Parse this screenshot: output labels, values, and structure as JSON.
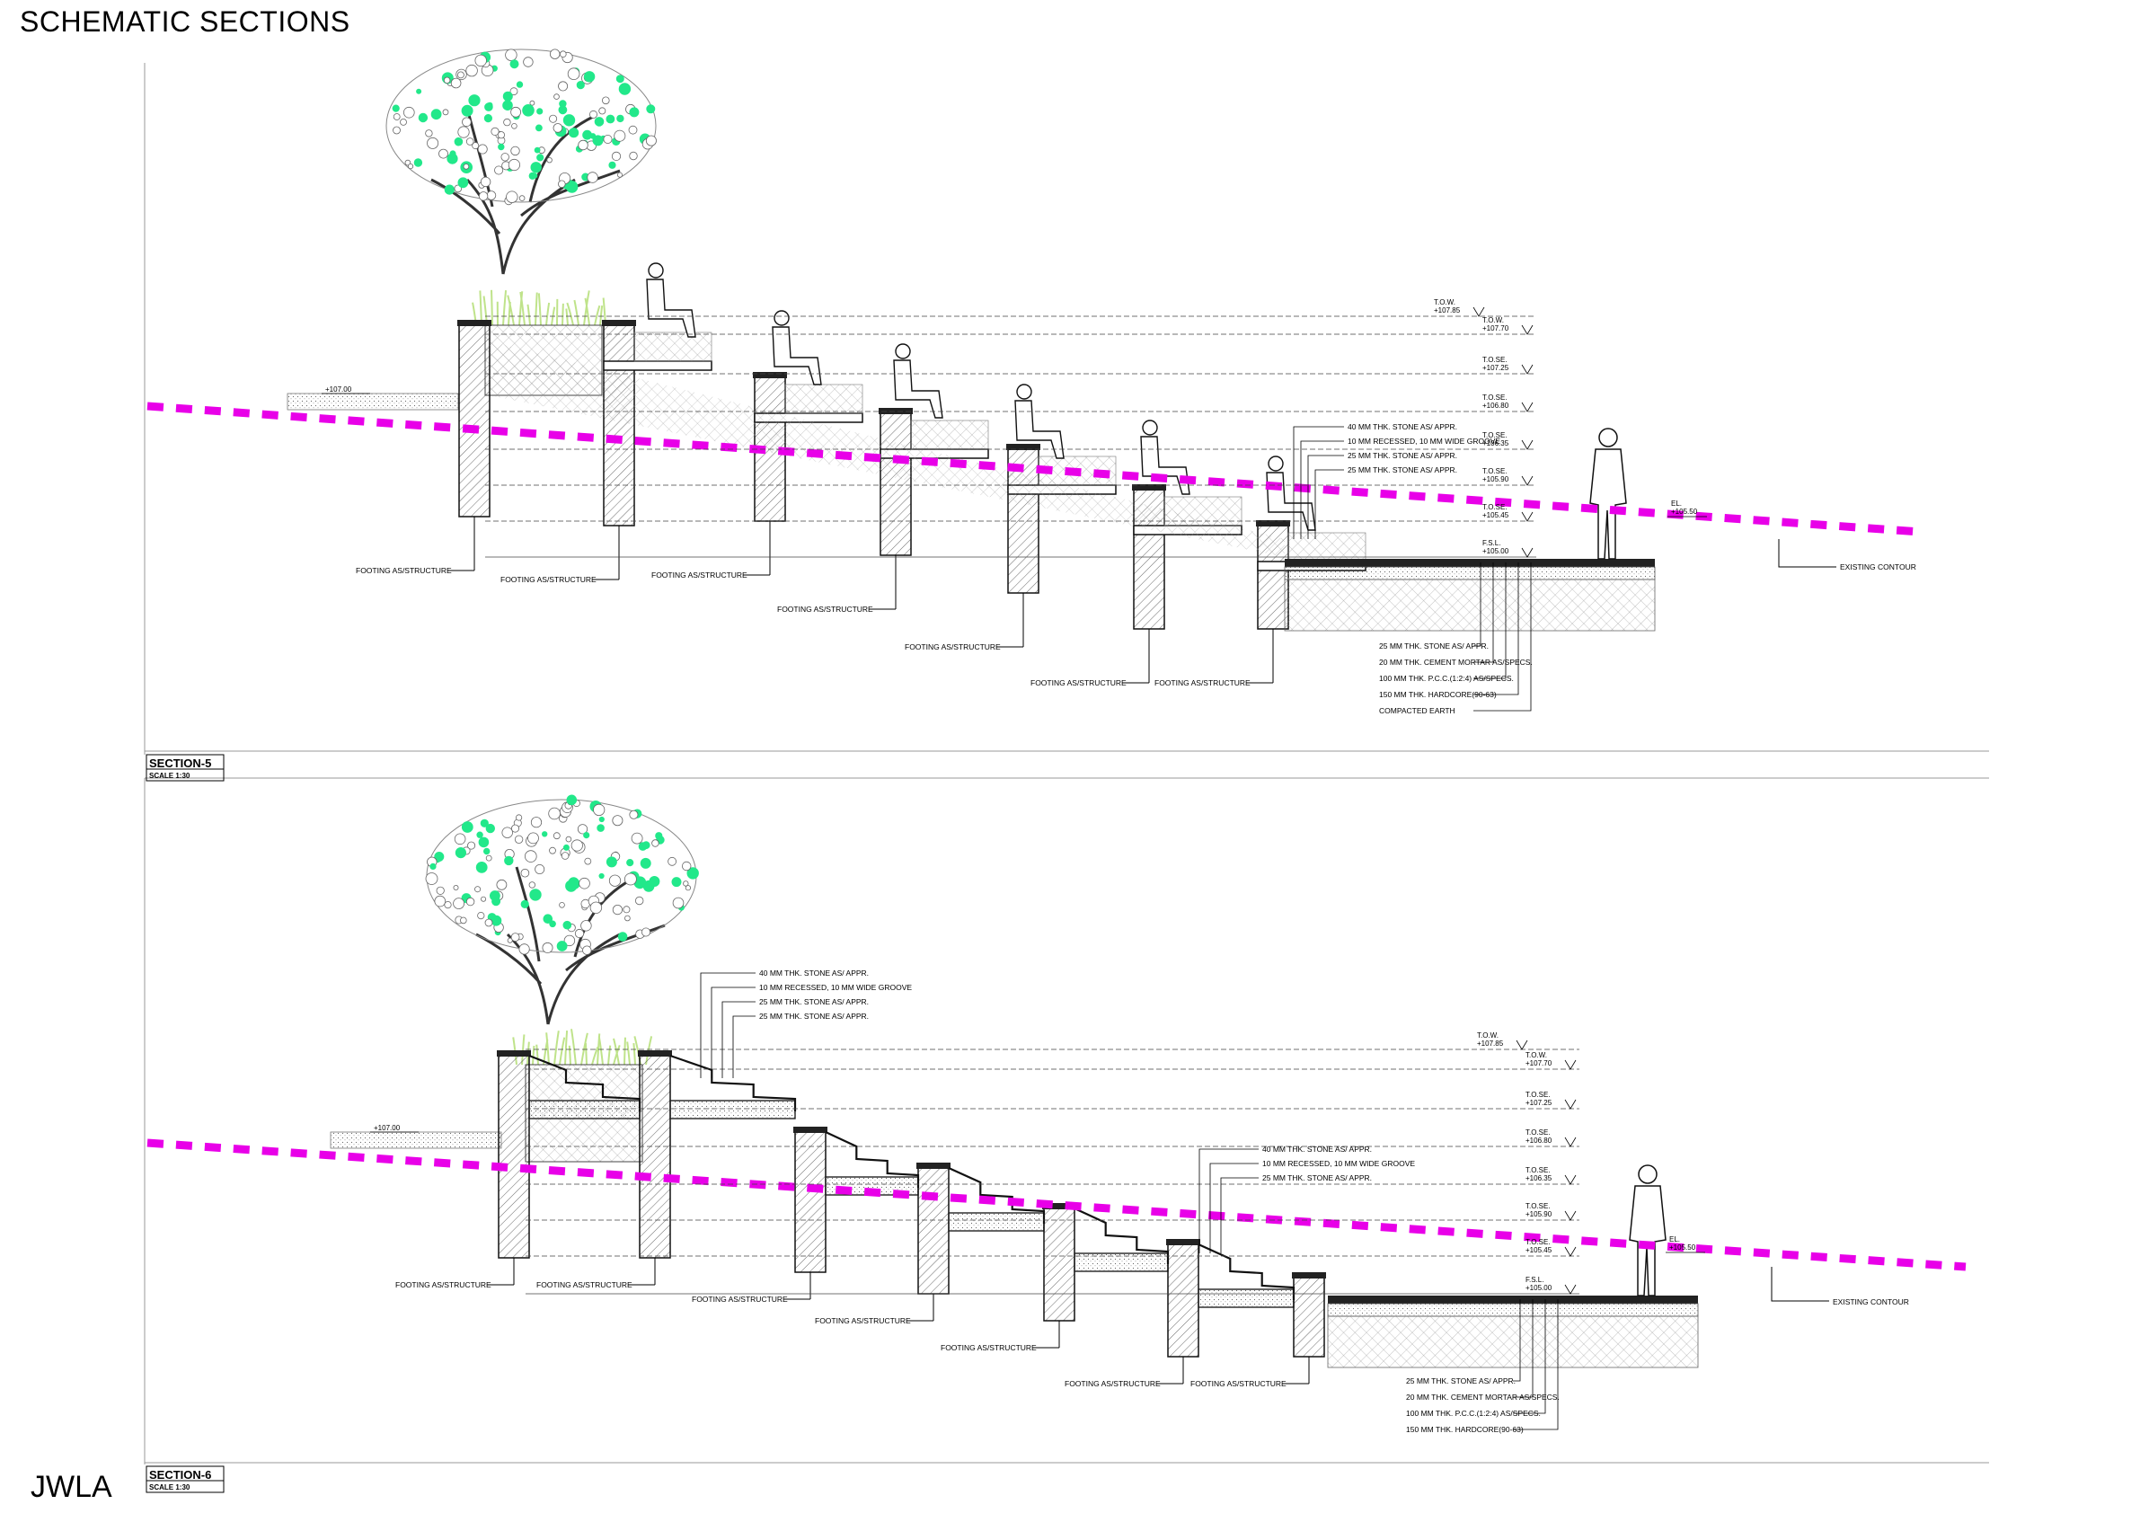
{
  "sheet": {
    "title": "SCHEMATIC SECTIONS",
    "firm": "JWLA"
  },
  "colors": {
    "contour": "#e800e8",
    "foliage": "#22e88a",
    "shrub": "#bfe38a",
    "line": "#111111"
  },
  "sections": [
    {
      "title": "SECTION-5",
      "scale": "SCALE 1:30",
      "spot_level": "+107.00",
      "levels": [
        {
          "code": "T.O.W.",
          "value": "+107.85"
        },
        {
          "code": "T.O.W.",
          "value": "+107.70"
        },
        {
          "code": "T.O.SE.",
          "value": "+107.25"
        },
        {
          "code": "T.O.SE.",
          "value": "+106.80"
        },
        {
          "code": "T.O.SE.",
          "value": "+106.35"
        },
        {
          "code": "T.O.SE.",
          "value": "+105.90"
        },
        {
          "code": "T.O.SE.",
          "value": "+105.45"
        },
        {
          "code": "F.S.L.",
          "value": "+105.00"
        }
      ],
      "el_code": "EL.",
      "el_value": "+105.50",
      "existing_contour": "EXISTING CONTOUR",
      "footing_label": "FOOTING AS/STRUCTURE",
      "step_notes": [
        "40 MM THK. STONE AS/ APPR.",
        "10 MM RECESSED, 10 MM WIDE GROOVE",
        "25 MM THK. STONE AS/ APPR.",
        "25 MM THK. STONE AS/ APPR."
      ],
      "floor_notes": [
        "25 MM THK. STONE AS/ APPR.",
        "20 MM THK. CEMENT MORTAR AS/SPECS.",
        "100 MM THK. P.C.C.(1:2:4) AS/SPECS.",
        "150 MM THK. HARDCORE(90-63)",
        "COMPACTED EARTH"
      ]
    },
    {
      "title": "SECTION-6",
      "scale": "SCALE 1:30",
      "spot_level": "+107.00",
      "levels": [
        {
          "code": "T.O.W.",
          "value": "+107.85"
        },
        {
          "code": "T.O.W.",
          "value": "+107.70"
        },
        {
          "code": "T.O.SE.",
          "value": "+107.25"
        },
        {
          "code": "T.O.SE.",
          "value": "+106.80"
        },
        {
          "code": "T.O.SE.",
          "value": "+106.35"
        },
        {
          "code": "T.O.SE.",
          "value": "+105.90"
        },
        {
          "code": "T.O.SE.",
          "value": "+105.45"
        },
        {
          "code": "F.S.L.",
          "value": "+105.00"
        }
      ],
      "el_code": "EL.",
      "el_value": "+105.50",
      "existing_contour": "EXISTING CONTOUR",
      "footing_label": "FOOTING AS/STRUCTURE",
      "step_notes_top": [
        "40 MM THK. STONE AS/ APPR.",
        "10 MM RECESSED, 10 MM WIDE GROOVE",
        "25 MM THK. STONE AS/ APPR.",
        "25 MM THK. STONE AS/ APPR."
      ],
      "step_notes_mid": [
        "40 MM THK. STONE AS/ APPR.",
        "10 MM RECESSED, 10 MM WIDE GROOVE",
        "25 MM THK. STONE AS/ APPR."
      ],
      "floor_notes": [
        "25 MM THK. STONE AS/ APPR.",
        "20 MM THK. CEMENT MORTAR AS/SPECS.",
        "100 MM THK. P.C.C.(1:2:4) AS/SPECS.",
        "150 MM THK. HARDCORE(90-63)"
      ]
    }
  ]
}
